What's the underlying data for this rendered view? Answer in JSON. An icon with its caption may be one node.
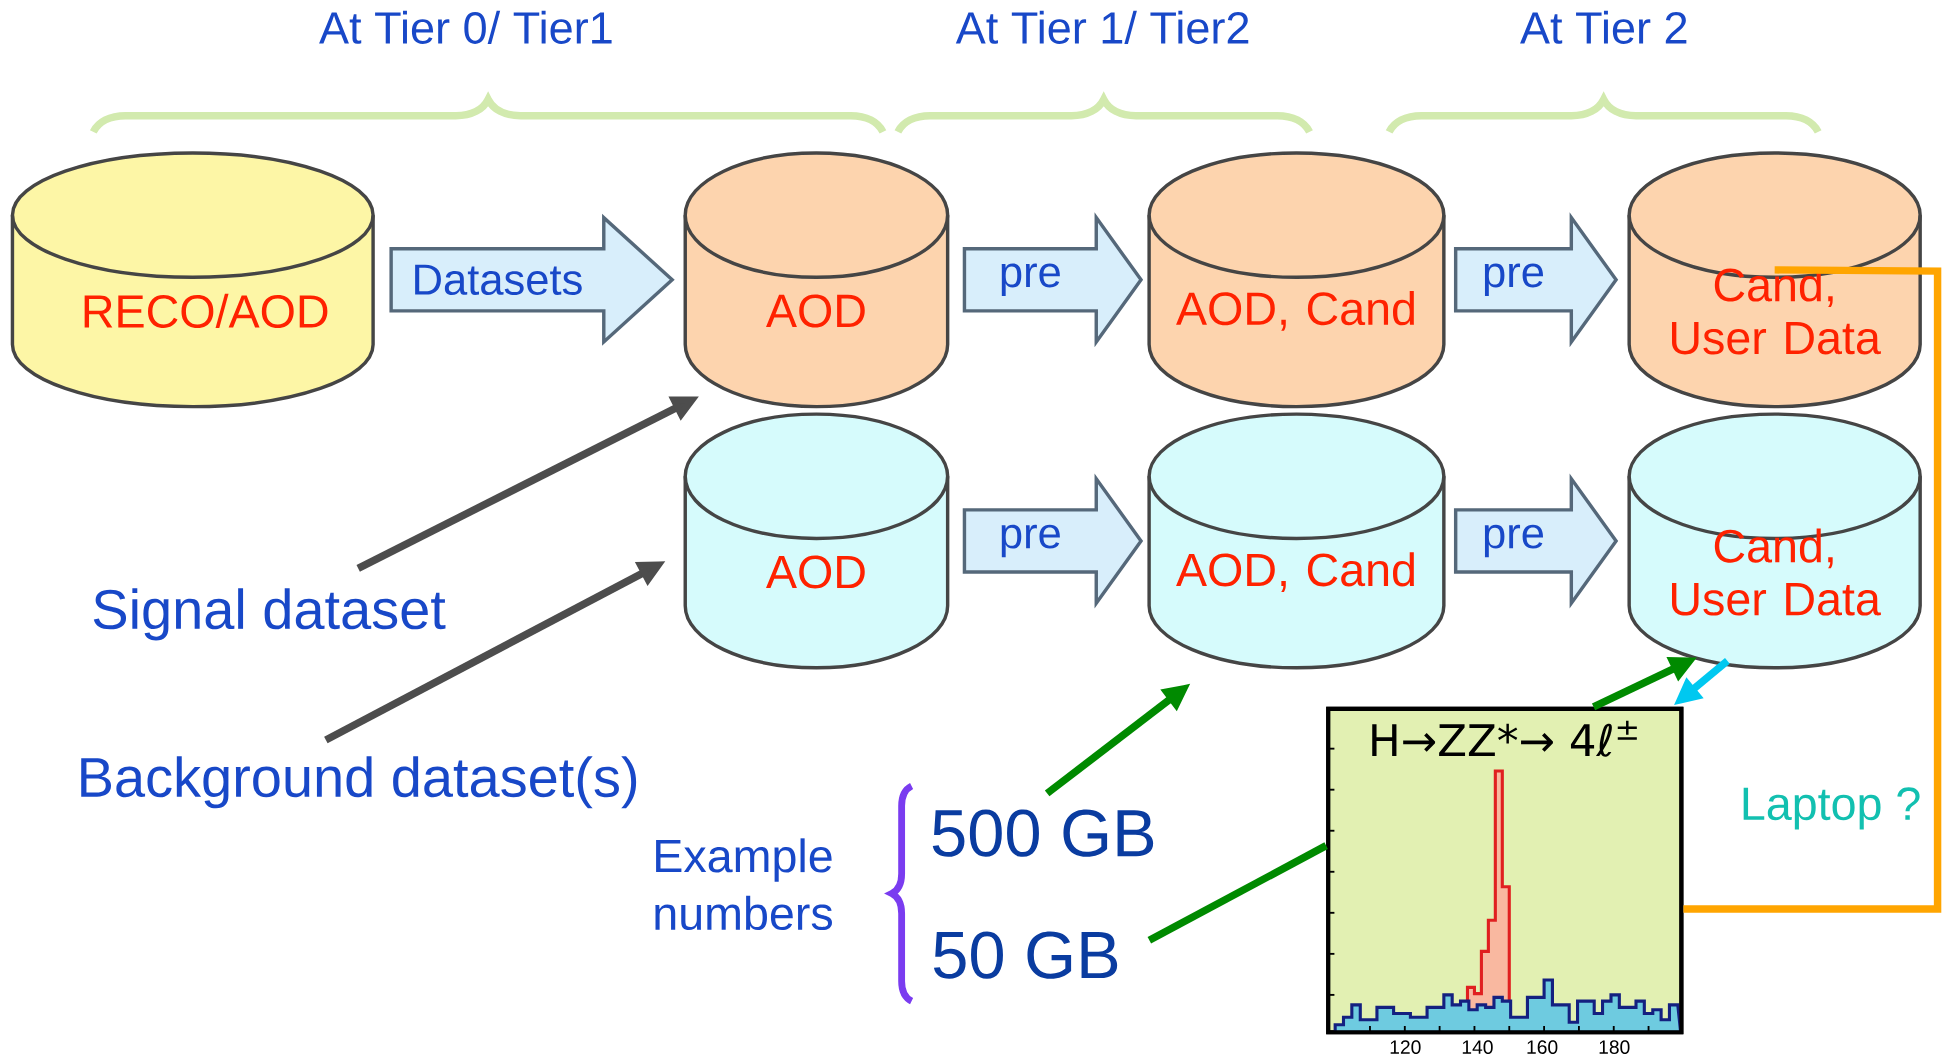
{
  "diagram": {
    "nodes": [
      {
        "text": [
          "RECO/AOD"
        ]
      },
      {
        "text": [
          "AOD"
        ]
      },
      {
        "text": [
          "AOD, Cand"
        ]
      },
      {
        "text": [
          "Cand, User Data"
        ]
      },
      {
        "text": [
          "AOD"
        ]
      },
      {
        "text": [
          "AOD, Cand"
        ]
      },
      {
        "text": [
          "Cand, User Data"
        ]
      },
      {
        "text": [
          "Signal dataset"
        ]
      },
      {
        "text": [
          "Background dataset(s)"
        ]
      },
      {
        "text": [
          "500 GB"
        ]
      },
      {
        "text": [
          "50 GB"
        ]
      },
      {
        "text": [
          "H→ZZ*→ 4ℓ$^{±}$"
        ],
        "beside": [
          "120",
          "140",
          "160",
          "180"
        ]
      }
    ],
    "edges": [
      {
        "from": 0,
        "to": 1,
        "arrow": "to",
        "label": "Datasets"
      },
      {
        "from": 1,
        "to": 2,
        "arrow": "to",
        "label": "pre"
      },
      {
        "from": 2,
        "to": 3,
        "arrow": "to",
        "label": "pre"
      },
      {
        "from": 4,
        "to": 5,
        "arrow": "to",
        "label": "pre"
      },
      {
        "from": 5,
        "to": 6,
        "arrow": "to",
        "label": "pre"
      },
      {
        "from": 7,
        "to": 1,
        "arrow": "to",
        "color": "#4d4d4d"
      },
      {
        "from": 8,
        "to": 4,
        "arrow": "to",
        "color": "#4d4d4d"
      },
      {
        "from": 9,
        "to": 5,
        "arrow": "to",
        "color": "#008a00"
      },
      {
        "from": 10,
        "to": 11,
        "arrow": "none",
        "color": "#008a00"
      },
      {
        "from": 11,
        "to": 6,
        "arrow": "to",
        "color": "#008a00"
      },
      {
        "from": 3,
        "to": 11,
        "arrow": "none",
        "color": "#ffa500"
      },
      {
        "from": 6,
        "to": 11,
        "arrow": "to",
        "color": "#00c8f0"
      }
    ],
    "labels": [
      "At Tier 0/ Tier1",
      "At Tier 1/ Tier2",
      "At Tier 2",
      "Example numbers",
      "Laptop ?"
    ]
  }
}
